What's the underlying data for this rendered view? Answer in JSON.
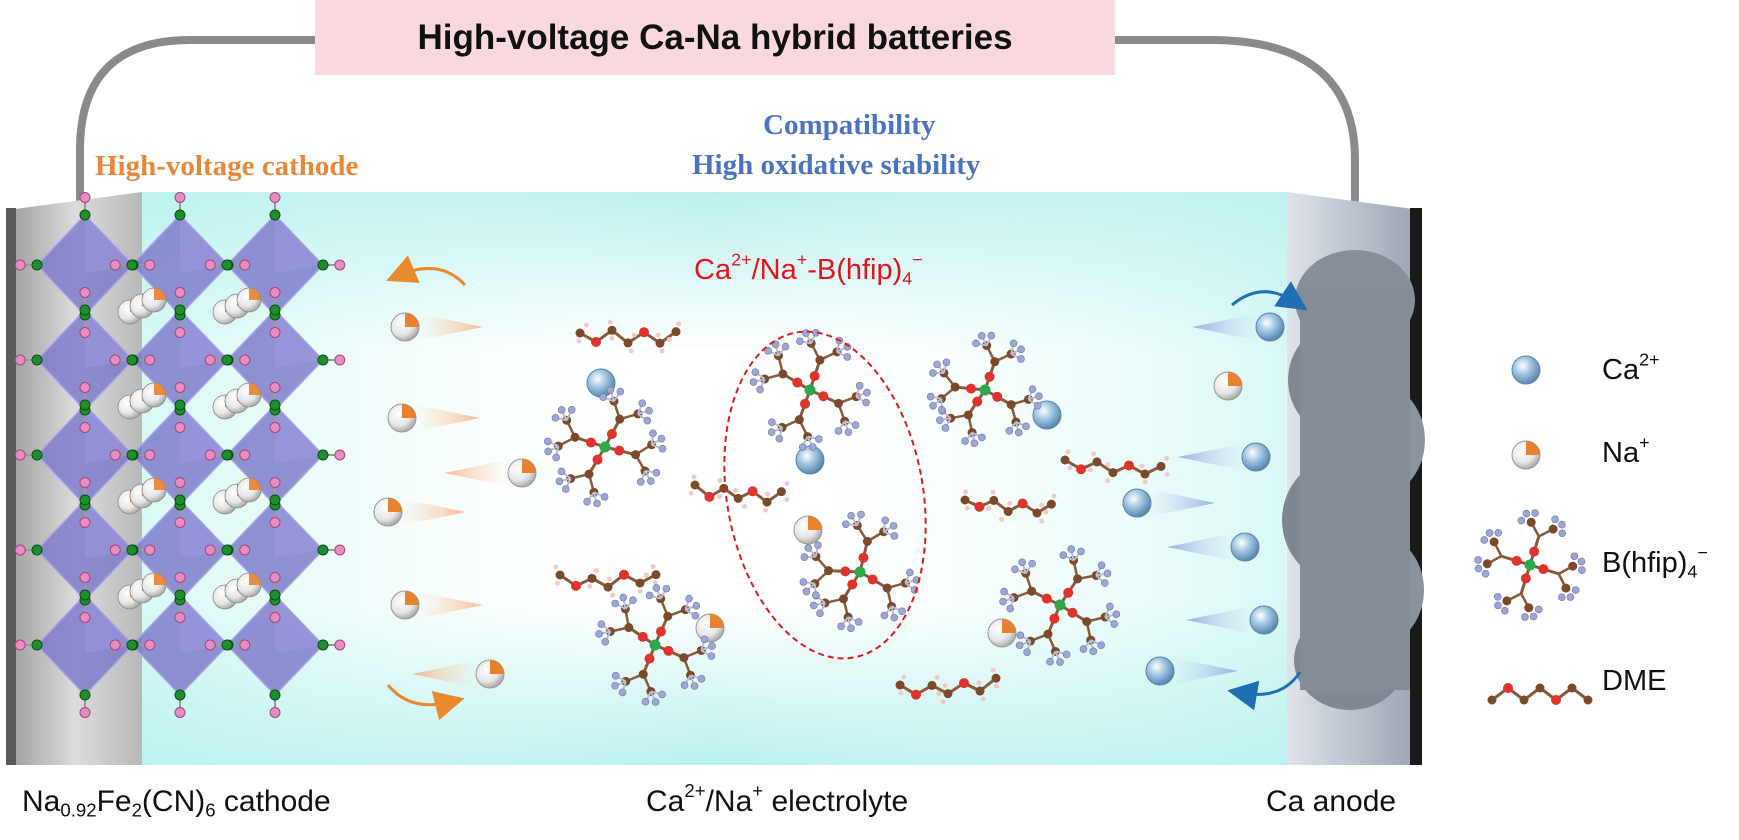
{
  "title": "High-voltage Ca-Na hybrid batteries",
  "cathode_feature": "High-voltage cathode",
  "electrolyte_features": [
    "Compatibility",
    "High oxidative stability"
  ],
  "electrolyte_formula": {
    "ca": "Ca",
    "ca_charge": "2+",
    "na": "/Na",
    "na_charge": "+",
    "anion": "-B(hfip)",
    "anion_sub": "4",
    "anion_charge": "−"
  },
  "bottom_labels": {
    "cathode": {
      "na": "Na",
      "na_sub": "0.92",
      "fe": "Fe",
      "fe_sub": "2",
      "cn": "(CN)",
      "cn_sub": "6",
      "rest": " cathode"
    },
    "electrolyte": {
      "ca": "Ca",
      "ca_charge": "2+",
      "na": "/Na",
      "na_charge": "+",
      "rest": " electrolyte"
    },
    "anode": "Ca anode"
  },
  "legend": {
    "ca": {
      "base": "Ca",
      "sup": "2+"
    },
    "na": {
      "base": "Na",
      "sup": "+"
    },
    "anion": {
      "base": "B(hfip)",
      "sub": "4",
      "sup": "−"
    },
    "dme": "DME"
  },
  "colors": {
    "title_bg": "#f9d9de",
    "cathode_text": "#e7893a",
    "electrolyte_text": "#4a74c2",
    "formula_text": "#e2141d",
    "electrolyte_fill": "#ccf5f2",
    "ca_ion": "#7aa9cf",
    "na_ion": "#e9822f",
    "anode": "#7d8794"
  }
}
